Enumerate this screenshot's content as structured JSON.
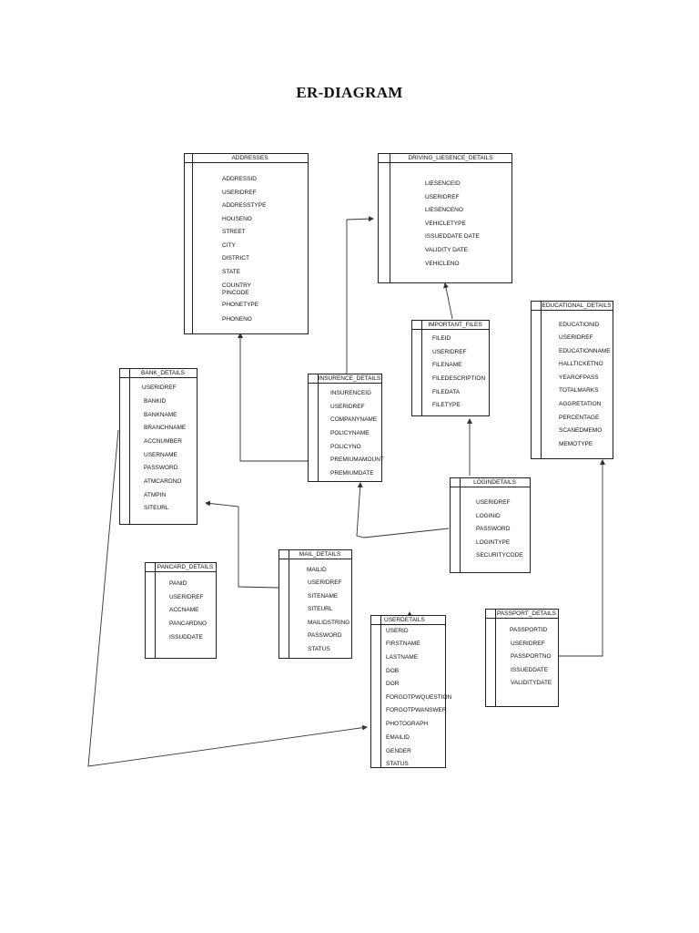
{
  "title": "ER-DIAGRAM",
  "entities": {
    "addresses": {
      "name": "ADDRESSES",
      "attrs": [
        "ADDRESSID",
        "USERIDREF",
        "ADDRESSTYPE",
        "HOUSENO",
        "STREET",
        "CITY",
        "DISTRICT",
        "STATE",
        "COUNTRY\nPINCODE",
        "PHONETYPE",
        "PHONENO"
      ]
    },
    "driving": {
      "name": "DRIVING_LIESENCE_DETAILS",
      "attrs": [
        "LIESENCEID",
        "USERIDREF",
        "LIESENCENO",
        "VEHICLETYPE",
        "ISSUEDDATE DATE",
        "VALIDITY DATE",
        "VEHICLENO"
      ]
    },
    "important": {
      "name": "IMPORTANT_FILES",
      "attrs": [
        "FILEID",
        "USERIDREF",
        "FILENAME",
        "FILEDESCRIPTION",
        "FILEDATA",
        "FILETYPE"
      ]
    },
    "educational": {
      "name": "EDUCATIONAL_DETAILS",
      "attrs": [
        "EDUCATIONID",
        "USERIDREF",
        "EDUCATIONNAME",
        "HALLTICKETNO",
        "YEAROFPASS",
        "TOTALMARKS",
        "AGGRETATION",
        "PERCENTAGE",
        "SCANEDMEMO",
        "MEMOTYPE"
      ]
    },
    "bank": {
      "name": "BANK_DETAILS",
      "attrs": [
        "USERIDREF",
        "BANKID",
        "BANKNAME",
        "BRANCHNAME",
        "ACCNUMBER",
        "USERNAME",
        "PASSWORD",
        "ATMCARDNO",
        "ATMPIN",
        "SITEURL"
      ]
    },
    "insurance": {
      "name": "INSURENCE_DETAILS",
      "attrs": [
        "INSURENCEID",
        "USERIDREF",
        "COMPANYNAME",
        "POLICYNAME",
        "POLICYNO",
        "PREMIUMAMOUNT",
        "PREMIUMDATE"
      ]
    },
    "login": {
      "name": "LOGINDETAILS",
      "attrs": [
        "USERIDREF",
        "LOGINID",
        "PASSWORD",
        "LOGINTYPE",
        "SECURITYCODE"
      ]
    },
    "pancard": {
      "name": "PANCARD_DETAILS",
      "attrs": [
        "PANID",
        "USERIDREF",
        "ACCNAME",
        "PANCARDNO",
        "ISSUDDATE"
      ]
    },
    "mail": {
      "name": "MAIL_DETAILS",
      "attrs": [
        "MAILID",
        "USERIDREF",
        "SITENAME",
        "SITEURL",
        "MAILIDSTRING",
        "PASSWORD",
        "STATUS"
      ]
    },
    "passport": {
      "name": "PASSPORT_DETAILS",
      "attrs": [
        "PASSPORTID",
        "USERIDREF",
        "PASSPORTNO",
        "ISSUEDDATE",
        "VALIDITYDATE"
      ]
    },
    "userdetails": {
      "name": "USERDETAILS",
      "attrs": [
        "USERID",
        "FIRSTNAME",
        "LASTNAME",
        "DOB",
        "DOR",
        "FORGOTPWQUESTION",
        "FORGOTPWANSWER",
        "PHOTOGRAPH",
        "EMAILID",
        "GENDER",
        "STATUS"
      ]
    }
  }
}
